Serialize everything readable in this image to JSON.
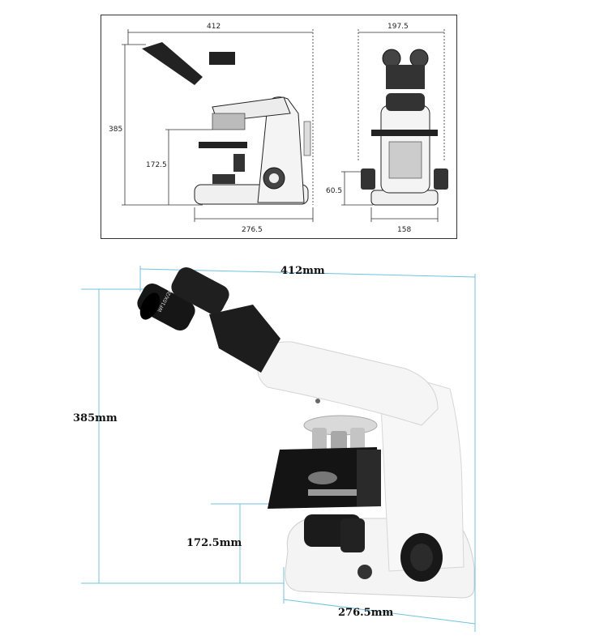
{
  "technical_drawing": {
    "side_view": {
      "overall_width": "412",
      "overall_height": "385",
      "stage_height": "172.5",
      "base_depth": "276.5"
    },
    "front_view": {
      "top_width": "197.5",
      "knob_height": "60.5",
      "base_width": "158"
    }
  },
  "photo_annotations": {
    "overall_width": "412mm",
    "overall_height": "385mm",
    "stage_height": "172.5mm",
    "base_depth": "276.5mm"
  },
  "eyepiece_brand_text": "WF10X/20",
  "colors": {
    "dimension_line": "#6fc3df",
    "drawing_line": "#333333",
    "body_white": "#f4f4f4",
    "dark_parts": "#1b1b1b"
  }
}
